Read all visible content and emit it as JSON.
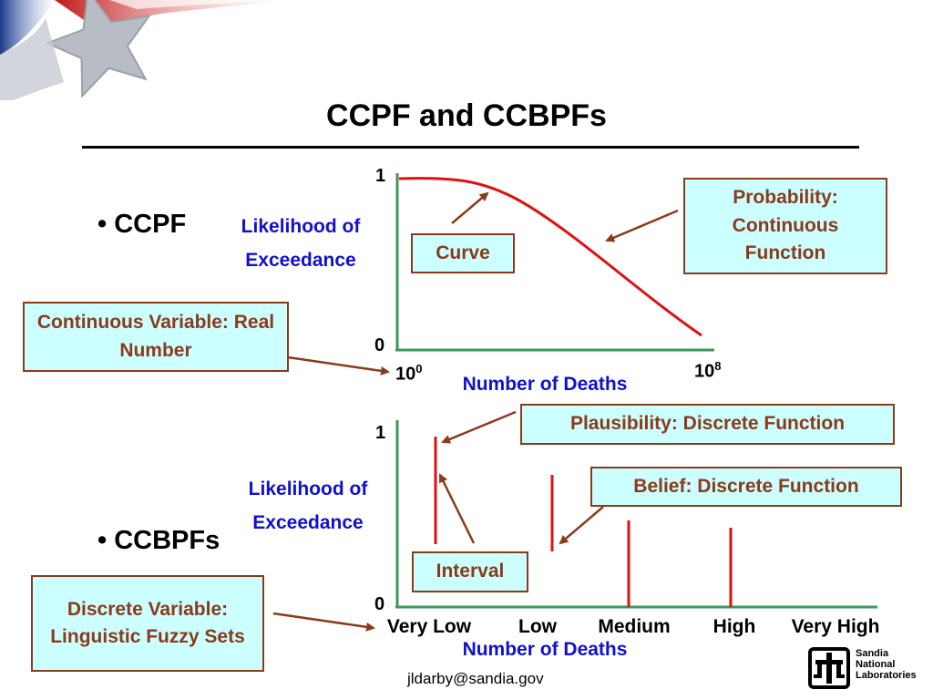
{
  "title": "CCPF and CCBPFs",
  "ccpf": {
    "bullet": "CCPF",
    "ylabel_line1": "Likelihood of",
    "ylabel_line2": "Exceedance",
    "xlabel": "Number of Deaths",
    "y_tick_top": "1",
    "y_tick_bottom": "0",
    "x_tick_left_base": "10",
    "x_tick_left_exp": "0",
    "x_tick_right_base": "10",
    "x_tick_right_exp": "8",
    "curve_label": "Curve",
    "prob_box": "Probability: Continuous Function",
    "cont_var_box": "Continuous Variable: Real Number"
  },
  "ccbpf": {
    "bullet": "CCBPFs",
    "ylabel_line1": "Likelihood of",
    "ylabel_line2": "Exceedance",
    "xlabel": "Number of Deaths",
    "y_tick_top": "1",
    "y_tick_bottom": "0",
    "categories": [
      "Very Low",
      "Low",
      "Medium",
      "High",
      "Very High"
    ],
    "plaus_box": "Plausibility: Discrete Function",
    "belief_box": "Belief: Discrete Function",
    "interval_box": "Interval",
    "discrete_var_box": "Discrete Variable: Linguistic Fuzzy Sets"
  },
  "footer": {
    "email": "jldarby@sandia.gov",
    "logo_line1": "Sandia",
    "logo_line2": "National",
    "logo_line3": "Laboratories"
  },
  "colors": {
    "axis": "#3a9a5a",
    "curve": "#e01010",
    "box_fill": "#ccffff",
    "box_border": "#8b3a1a",
    "axis_label": "#1010d0"
  }
}
